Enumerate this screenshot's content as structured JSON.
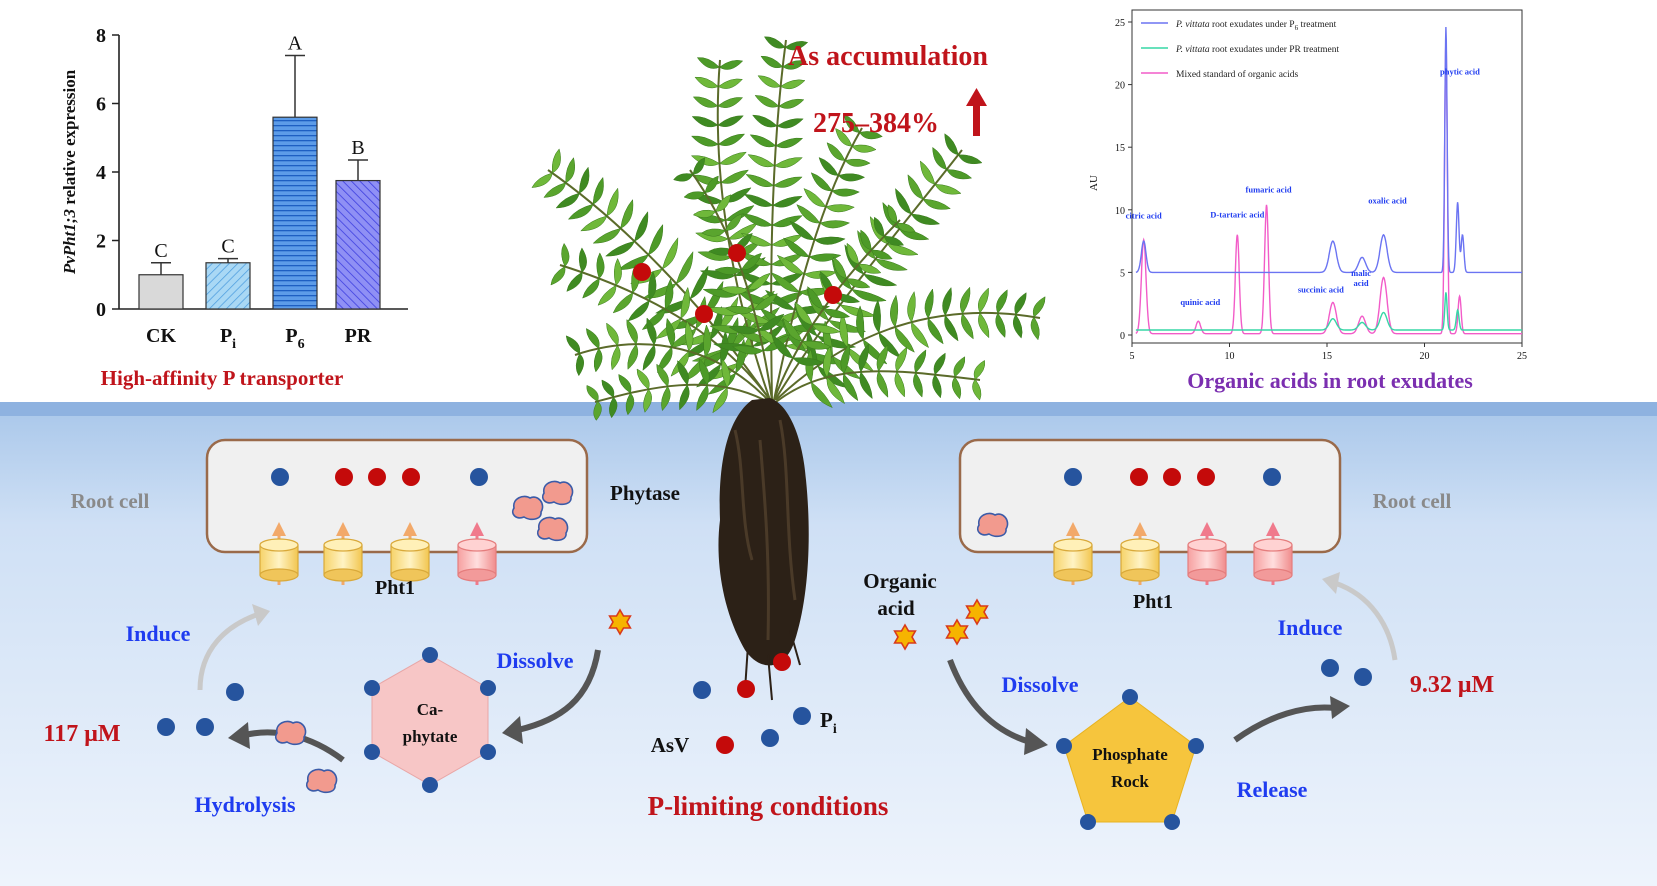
{
  "colors": {
    "red": "#c0141b",
    "blue": "#1f3cf0",
    "purple": "#7b2fb0",
    "gray": "#8a8a8a",
    "soil_top": "#a9c7ea",
    "soil_bottom": "#e6f0fb",
    "pi_dot": "#26549e",
    "asv_dot": "#c40a0a",
    "line_p6": "#6b74f2",
    "line_pr": "#36d7a6",
    "line_std": "#f25cc8"
  },
  "bar_chart": {
    "chart_data": {
      "type": "bar",
      "ylabel_italic": "PvPht1;3",
      "ylabel_rest": " relative expression",
      "yticks": [
        "0",
        "2",
        "4",
        "6",
        "8"
      ],
      "ylim": [
        0,
        8
      ],
      "categories": [
        {
          "main": "CK",
          "sub": ""
        },
        {
          "main": "P",
          "sub": "i"
        },
        {
          "main": "P",
          "sub": "6"
        },
        {
          "main": "PR",
          "sub": ""
        }
      ],
      "values": [
        1.0,
        1.35,
        5.6,
        3.75
      ],
      "errors": [
        0.35,
        0.12,
        1.8,
        0.6
      ],
      "letters": [
        "C",
        "C",
        "A",
        "B"
      ],
      "fills": [
        "#d9d9d9",
        "#a9d8f5",
        "#3d86e0",
        "#6b6cf0"
      ]
    },
    "caption": "High-affinity  P transporter"
  },
  "header": {
    "accumulation": "As accumulation",
    "percent": "275–384%"
  },
  "hplc_chart": {
    "chart_data": {
      "type": "line",
      "ylabel": "AU",
      "xticks": [
        "5",
        "10",
        "15",
        "20",
        "25"
      ],
      "yticks": [
        "0",
        "5",
        "10",
        "15",
        "20",
        "25"
      ],
      "xlim": [
        5,
        25
      ],
      "ylim": [
        0,
        25
      ],
      "legend": [
        {
          "pre": "P. vittata",
          "mid": " root exudates under P",
          "sub": "6",
          "post": "  treatment"
        },
        {
          "pre": "P. vittata",
          "mid": " root exudates under PR  treatment",
          "sub": "",
          "post": ""
        },
        {
          "pre": "",
          "mid": "Mixed standard of organic acids",
          "sub": "",
          "post": ""
        }
      ],
      "peaks": [
        {
          "label": "citric acid",
          "x": 5.6,
          "y": 7.5
        },
        {
          "label": "quinic acid",
          "x": 8.4,
          "y": 1.0
        },
        {
          "label": "D-tartaric acid",
          "x": 10.4,
          "y": 7.9
        },
        {
          "label": "fumaric acid",
          "x": 11.9,
          "y": 10.3
        },
        {
          "label": "succinic acid",
          "x": 15.3,
          "y": 2.5
        },
        {
          "label": "malic acid",
          "x": 16.8,
          "y": 1.4
        },
        {
          "label": "oxalic acid",
          "x": 17.9,
          "y": 4.5
        },
        {
          "label": "phytic acid",
          "x": 21.1,
          "y": 24.8
        }
      ],
      "series": [
        {
          "name": "P. vittata root exudates under P6 treatment",
          "baseline": 5.0
        },
        {
          "name": "P. vittata root exudates under PR treatment",
          "baseline": 0.4
        },
        {
          "name": "Mixed standard of organic acids",
          "baseline": 0.1
        }
      ]
    },
    "caption": "Organic acids in root exudates"
  },
  "left_panel": {
    "root_cell": "Root cell",
    "phytase": "Phytase",
    "pht1": "Pht1",
    "induce": "Induce",
    "dissolve": "Dissolve",
    "ca_phytate_1": "Ca-",
    "ca_phytate_2": "phytate",
    "concentration": "117 μM",
    "hydrolysis": "Hydrolysis"
  },
  "center": {
    "asv": "AsV",
    "pi_main": "P",
    "pi_sub": "i",
    "condition": "P-limiting conditions"
  },
  "right_panel": {
    "root_cell": "Root cell",
    "organic_1": "Organic",
    "organic_2": "acid",
    "pht1": "Pht1",
    "induce": "Induce",
    "dissolve": "Dissolve",
    "rock_1": "Phosphate",
    "rock_2": "Rock",
    "concentration": "9.32 μM",
    "release": "Release"
  }
}
